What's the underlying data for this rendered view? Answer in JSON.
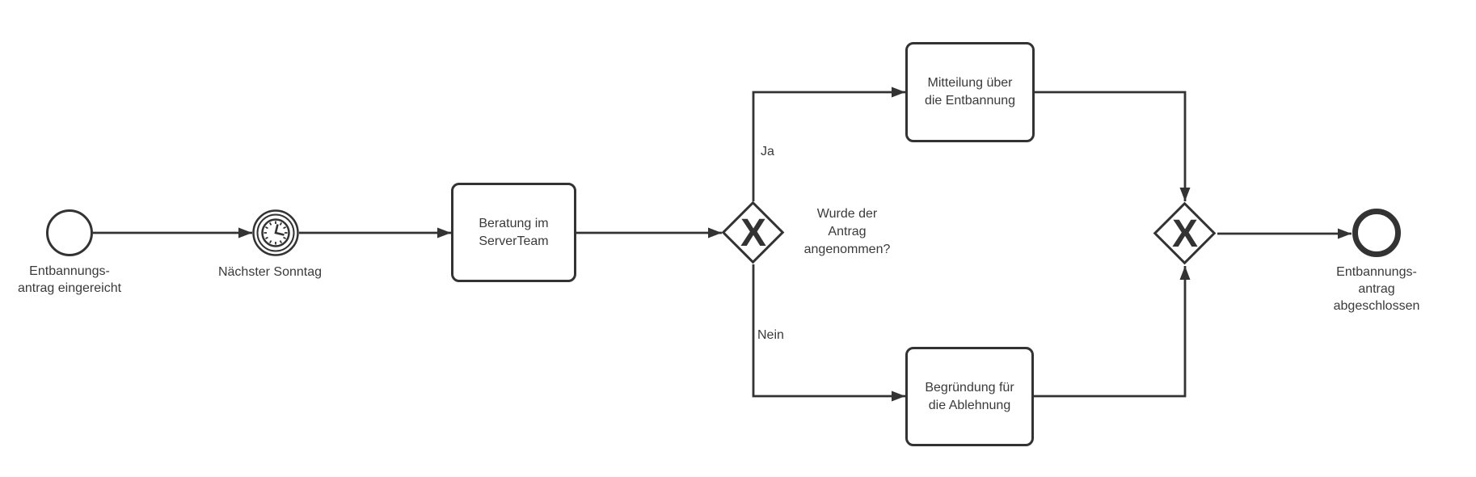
{
  "colors": {
    "stroke": "#333333",
    "text": "#3a3a3a",
    "fill": "#ffffff"
  },
  "icons": {
    "timer": "clock-icon",
    "gateway_marker": "x-cross"
  },
  "nodes": {
    "start_event": {
      "type": "bpmn-start-event",
      "label": "Entbannungs-\nantrag eingereicht"
    },
    "timer_event": {
      "type": "bpmn-intermediate-timer-event",
      "label": "Nächster Sonntag"
    },
    "task_beratung": {
      "type": "bpmn-task",
      "label": "Beratung im\nServerTeam"
    },
    "gateway_split": {
      "type": "bpmn-exclusive-gateway",
      "marker": "X",
      "label": "Wurde der\nAntrag\nangenommen?"
    },
    "task_mitteilung": {
      "type": "bpmn-task",
      "label": "Mitteilung über\ndie Entbannung"
    },
    "task_begruendung": {
      "type": "bpmn-task",
      "label": "Begründung für\ndie Ablehnung"
    },
    "gateway_merge": {
      "type": "bpmn-exclusive-gateway",
      "marker": "X"
    },
    "end_event": {
      "type": "bpmn-end-event",
      "label": "Entbannungs-\nantrag\nabgeschlossen"
    }
  },
  "flow_labels": {
    "yes": "Ja",
    "no": "Nein"
  }
}
